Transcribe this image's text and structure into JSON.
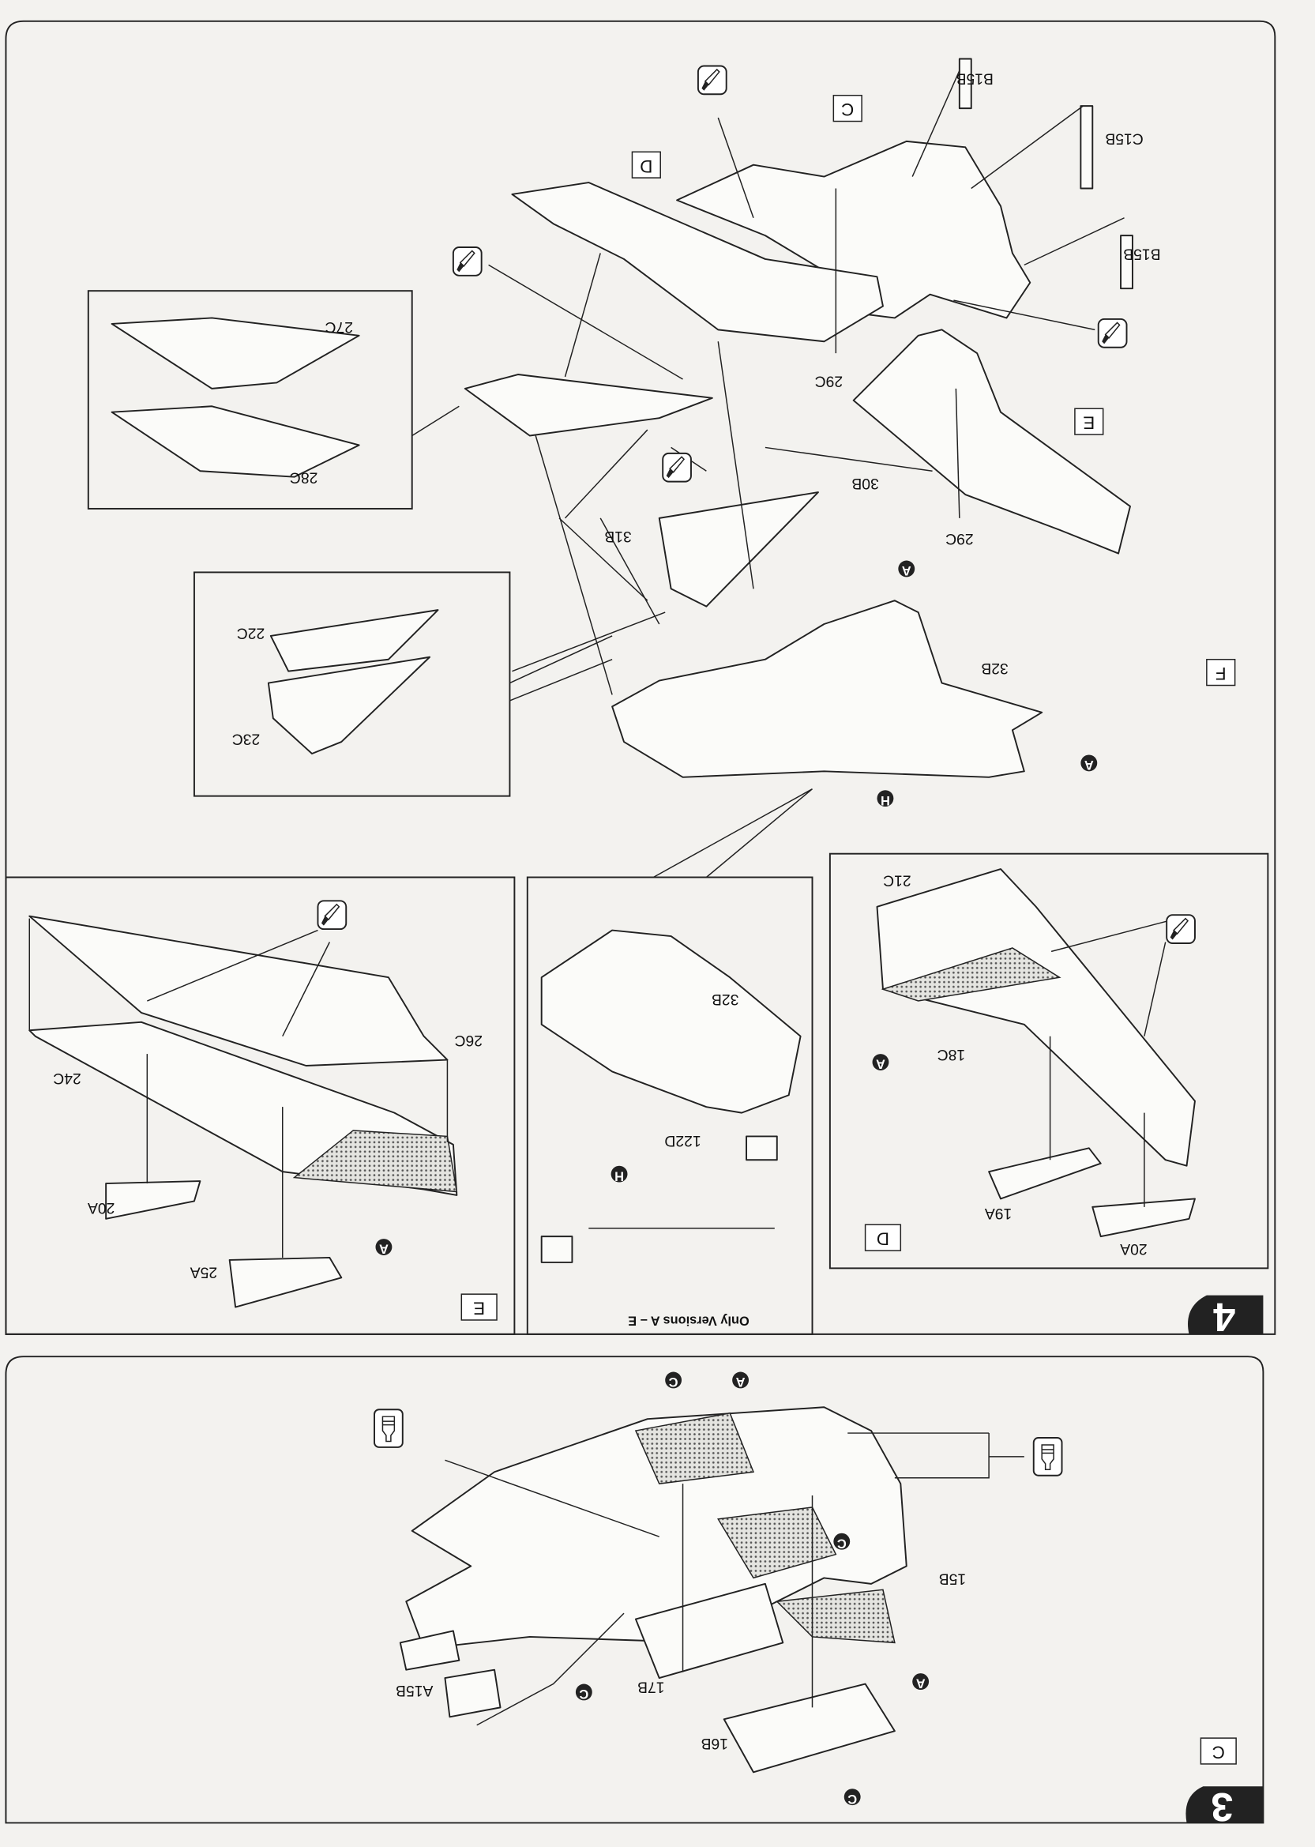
{
  "step4": {
    "number": "4",
    "main_box": "F",
    "labels": [
      "B15B",
      "C15B",
      "B15B",
      "C",
      "D",
      "E",
      "29C",
      "29C",
      "30B",
      "31B",
      "32B"
    ],
    "inset_tail": [
      "27C",
      "28C"
    ],
    "inset_fin": [
      "22C",
      "23C"
    ],
    "box_d": {
      "letter": "D",
      "labels": [
        "21C",
        "18C",
        "19A",
        "20A"
      ]
    },
    "box_e": {
      "letter": "E",
      "labels": [
        "26C",
        "24C",
        "20A",
        "25A"
      ]
    },
    "box_mid": {
      "note": "Only Versions A – E",
      "labels": [
        "32B",
        "122D"
      ]
    },
    "markers": [
      "A",
      "A",
      "H",
      "A",
      "A",
      "H"
    ]
  },
  "step3": {
    "number": "3",
    "main_box": "C",
    "labels": [
      "15B",
      "17B",
      "A15B",
      "16B"
    ],
    "markers": [
      "C",
      "A",
      "C",
      "A",
      "C",
      "C"
    ]
  },
  "icons": {
    "paint": "paintbrush-icon",
    "glue": "glue-tube-icon"
  }
}
